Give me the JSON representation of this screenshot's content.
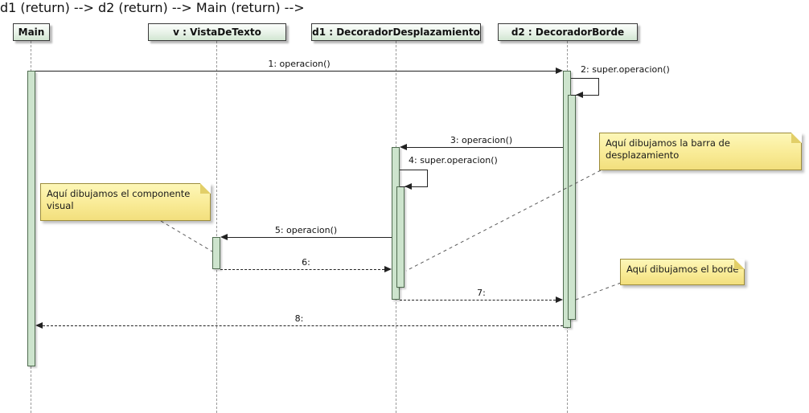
{
  "diagram": {
    "type": "uml-sequence",
    "participants": [
      {
        "id": "main",
        "label": "Main"
      },
      {
        "id": "v",
        "label": "v : VistaDeTexto"
      },
      {
        "id": "d1",
        "label": "d1 : DecoradorDesplazamiento"
      },
      {
        "id": "d2",
        "label": "d2 : DecoradorBorde"
      }
    ],
    "messages": [
      {
        "seq": "1",
        "label": "1: operacion()",
        "from": "Main",
        "to": "d2",
        "kind": "call"
      },
      {
        "seq": "2",
        "label": "2: super.operacion()",
        "from": "d2",
        "to": "d2",
        "kind": "self-call"
      },
      {
        "seq": "3",
        "label": "3: operacion()",
        "from": "d2",
        "to": "d1",
        "kind": "call"
      },
      {
        "seq": "4",
        "label": "4: super.operacion()",
        "from": "d1",
        "to": "d1",
        "kind": "self-call"
      },
      {
        "seq": "5",
        "label": "5: operacion()",
        "from": "d1",
        "to": "v",
        "kind": "call"
      },
      {
        "seq": "6",
        "label": "6:",
        "from": "v",
        "to": "d1",
        "kind": "return"
      },
      {
        "seq": "7",
        "label": "7:",
        "from": "d1",
        "to": "d2",
        "kind": "return"
      },
      {
        "seq": "8",
        "label": "8:",
        "from": "d2",
        "to": "Main",
        "kind": "return"
      }
    ],
    "notes": [
      {
        "text": "Aquí dibujamos el componente visual",
        "attached_to": "v"
      },
      {
        "text": "Aquí dibujamos la barra de desplazamiento",
        "attached_to": "d1"
      },
      {
        "text": "Aquí dibujamos el borde",
        "attached_to": "d2"
      }
    ],
    "colors": {
      "participant_fill": "#E7F2E7",
      "activation_fill": "#CDE4CD",
      "note_fill": "#F9EB96",
      "note_border": "#9C8C3C",
      "line": "#222222",
      "lifeline": "#9A9A9A"
    }
  }
}
